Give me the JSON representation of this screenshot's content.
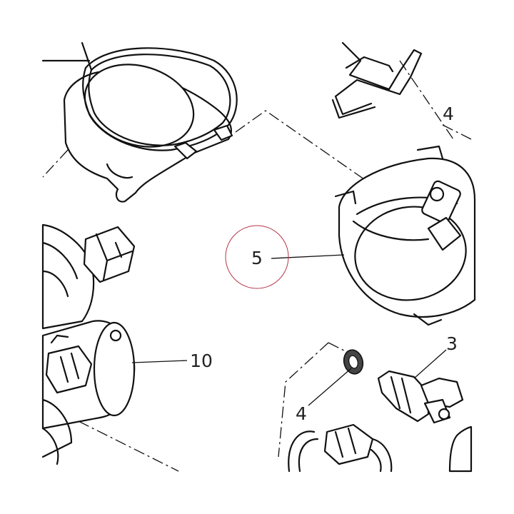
{
  "callouts": {
    "c3": "3",
    "c4_top": "4",
    "c4_bottom": "4",
    "c5": "5",
    "c10": "10"
  },
  "highlight_color": "#b5364a"
}
